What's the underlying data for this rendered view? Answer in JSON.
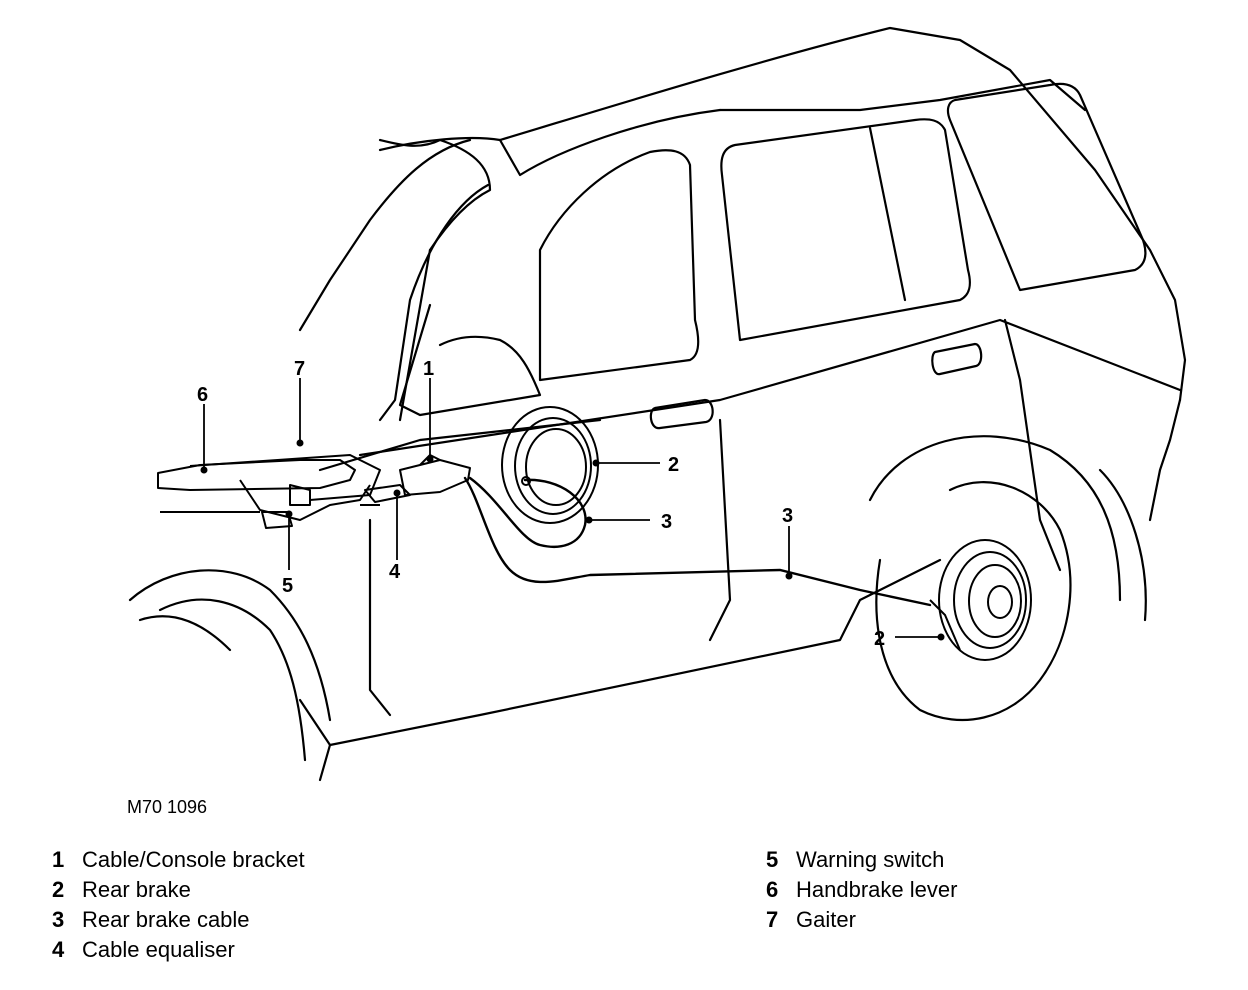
{
  "diagram_ref": "M70 1096",
  "callouts": {
    "c1": "1",
    "c2a": "2",
    "c2b": "2",
    "c3a": "3",
    "c3b": "3",
    "c4": "4",
    "c5": "5",
    "c6": "6",
    "c7": "7"
  },
  "legend": {
    "left": [
      {
        "num": "1",
        "label": "Cable/Console bracket"
      },
      {
        "num": "2",
        "label": "Rear brake"
      },
      {
        "num": "3",
        "label": "Rear brake cable"
      },
      {
        "num": "4",
        "label": "Cable equaliser"
      }
    ],
    "right": [
      {
        "num": "5",
        "label": "Warning switch"
      },
      {
        "num": "6",
        "label": "Handbrake lever"
      },
      {
        "num": "7",
        "label": "Gaiter"
      }
    ]
  }
}
